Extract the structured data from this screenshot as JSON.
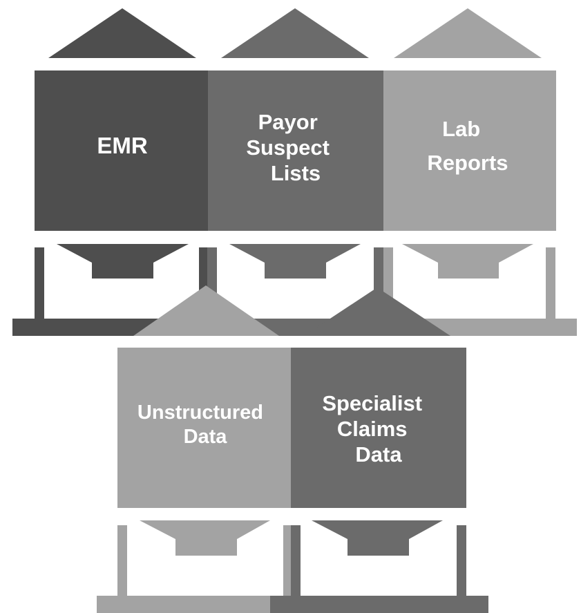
{
  "palette": {
    "dark": "#4e4e4e",
    "mid": "#6b6b6b",
    "light": "#a3a3a3",
    "text": "#ffffff"
  },
  "silos": [
    {
      "id": "emr",
      "label_lines": [
        "EMR"
      ],
      "shade": "dark"
    },
    {
      "id": "payor-suspect-lists",
      "label_lines": [
        "Payor",
        "Suspect",
        "Lists"
      ],
      "shade": "mid"
    },
    {
      "id": "lab-reports",
      "label_lines": [
        "Lab",
        "Reports"
      ],
      "shade": "light"
    },
    {
      "id": "unstructured-data",
      "label_lines": [
        "Unstructured",
        "Data"
      ],
      "shade": "light"
    },
    {
      "id": "specialist-claims-data",
      "label_lines": [
        "Specialist",
        "Claims",
        "Data"
      ],
      "shade": "mid"
    }
  ]
}
